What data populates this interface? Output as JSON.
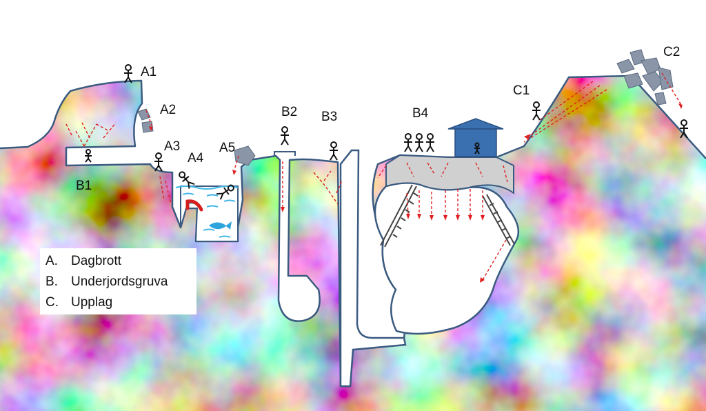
{
  "labels": {
    "a1": "A1",
    "a2": "A2",
    "a3": "A3",
    "a4": "A4",
    "a5": "A5",
    "b1": "B1",
    "b2": "B2",
    "b3": "B3",
    "b4": "B4",
    "c1": "C1",
    "c2": "C2"
  },
  "legend": [
    {
      "key": "A.",
      "text": "Dagbrott"
    },
    {
      "key": "B.",
      "text": "Underjordsgruva"
    },
    {
      "key": "C.",
      "text": "Upplag"
    }
  ],
  "colors": {
    "outline": "#3a5a80",
    "hazard_arrow": "#e02020",
    "water": "#3fb6e8",
    "fish": "#2fa4dc",
    "house": "#3a6fb0",
    "rock": "#8a96a8",
    "ground_dark": "#707070",
    "ground_light": "#d6d6d6"
  },
  "icons": [
    "person-icon",
    "fish-icon",
    "house-icon",
    "rock-icon",
    "support-truss-icon"
  ]
}
